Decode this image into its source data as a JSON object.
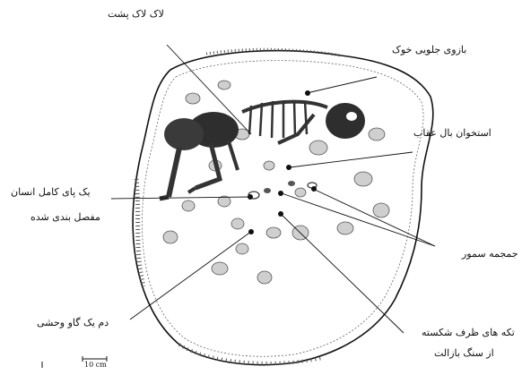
{
  "labels": {
    "turtle_shell": "لاک لاک پشت",
    "pig_foreleg": "بازوی جلویی خوک",
    "eagle_wing_bone": "استخوان بال عقاب",
    "human_leg_line1": "یک پای کامل انسان",
    "human_leg_line2": "مفصل بندی شده",
    "marten_skull": "جمجمه سمور",
    "wild_cow_tail": "دم یک گاو وحشی",
    "vessel_line1": "تکه های ظرف شکسته",
    "vessel_line2": "از سنگ بازالت"
  },
  "scale_bar": {
    "text": "10 cm"
  },
  "colors": {
    "ink": "#111111",
    "fill_dark": "#3a3a3a",
    "fill_mid": "#8a8a8a",
    "stone": "#bdbdbd"
  }
}
